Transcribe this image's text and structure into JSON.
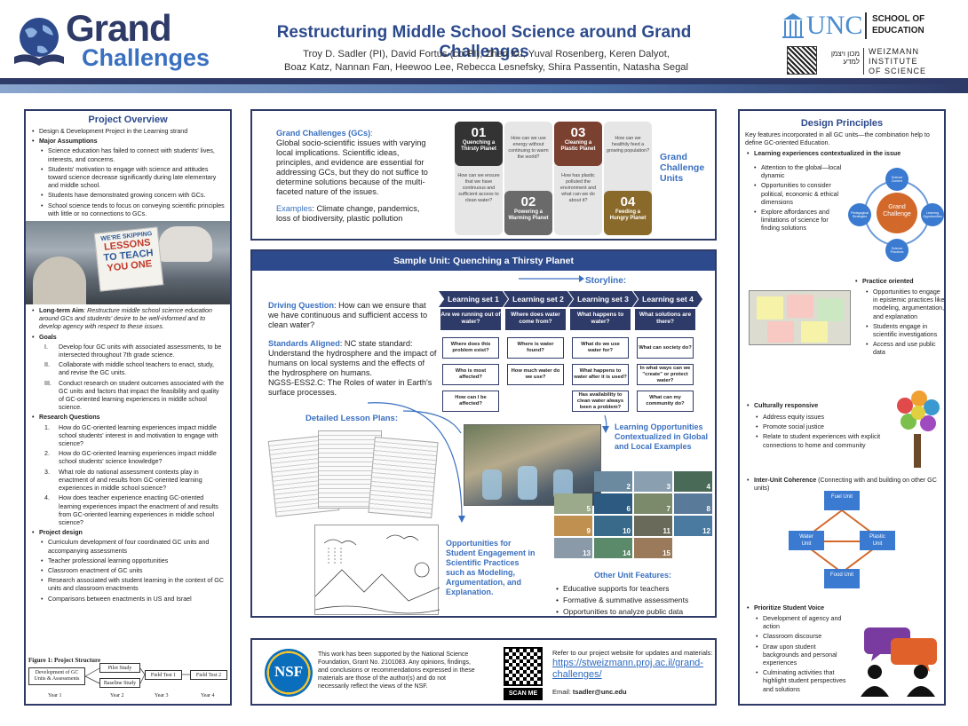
{
  "header": {
    "logo_main": "Grand",
    "logo_sub": "Challenges",
    "title": "Restructuring Middle School Science around Grand Challenges",
    "authors_line1": "Troy D. Sadler (PI), David Fortus (co-PI), Zhen Xu, Yuval Rosenberg, Keren Dalyot,",
    "authors_line2": "Boaz Katz, Nannan Fan, Heewoo Lee, Rebecca Lesnefsky, Shira Passentin, Natasha Segal",
    "unc_text": "UNC",
    "unc_school": "SCHOOL OF",
    "unc_education": "EDUCATION",
    "weizmann_hebrew": "מכון ויצמן למדע",
    "weizmann_1": "WEIZMANN",
    "weizmann_2": "INSTITUTE",
    "weizmann_3": "OF SCIENCE"
  },
  "overview": {
    "title": "Project Overview",
    "item1": "Design & Development Project in the Learning strand",
    "major": "Major Assumptions",
    "assumptions": [
      "Science education has failed to connect with students' lives, interests, and concerns.",
      "Students' motivation to engage with science and attitudes toward science decrease significantly during late elementary and middle school.",
      "Students have demonstrated growing concern with GCs.",
      "School science tends to focus on conveying scientific principles with little or no connections to GCs."
    ],
    "photo_sign_1": "WE'RE SKIPPING",
    "photo_sign_2": "LESSONS",
    "photo_sign_3": "TO TEACH",
    "photo_sign_4": "YOU ONE",
    "aim_label": "Long-term Aim",
    "aim_text": ": Restructure middle school science education around GCs and students' desire to be well-informed and to develop agency with respect to these issues.",
    "goals_label": "Goals",
    "goals": [
      {
        "n": "I.",
        "t": "Develop four GC units with associated assessments, to be intersected throughout 7th grade science."
      },
      {
        "n": "II.",
        "t": "Collaborate with middle school teachers to enact, study, and revise the GC units."
      },
      {
        "n": "III.",
        "t": "Conduct research on student outcomes associated with the GC units and factors that impact the feasibility and quality of GC-oriented learning experiences in middle school science."
      }
    ],
    "rq_label": "Research Questions",
    "rqs": [
      {
        "n": "1.",
        "t": "How do GC-oriented learning experiences impact middle school students' interest in and motivation to engage with science?"
      },
      {
        "n": "2.",
        "t": "How do GC-oriented learning experiences impact middle school students' science knowledge?"
      },
      {
        "n": "3.",
        "t": "What role do national assessment contexts play in enactment of and results from GC-oriented learning experiences in middle school science?"
      },
      {
        "n": "4.",
        "t": "How does teacher experience enacting GC-oriented learning experiences impact the enactment of and results from GC-oriented learning experiences in middle school science?"
      }
    ],
    "pd_label": "Project design",
    "designs": [
      "Curriculum development of four coordinated GC units and accompanying assessments",
      "Teacher professional learning opportunities",
      "Classroom enactment of GC units",
      "Research associated with student learning in the context of GC units and classroom enactments",
      "Comparisons between enactments in US and Israel"
    ],
    "fig_caption": "Figure 1: Project Structure",
    "fig_dev": "Development of GC Units & Assessments",
    "fig_pilot": "Pilot Study",
    "fig_baseline": "Baseline Study",
    "fig_ft1": "Field Test 1",
    "fig_ft2": "Field Test 2",
    "fig_y1": "Year 1",
    "fig_y2": "Year 2",
    "fig_y3": "Year 3",
    "fig_y4": "Year 4"
  },
  "gc": {
    "heading": "Grand Challenges (GCs)",
    "colon": ":",
    "desc": "Global socio-scientific issues with varying local implications. Scientific ideas, principles, and evidence are essential for addressing GCs, but they do not suffice to determine solutions because of the multi-faceted nature of the issues.",
    "examples_label": "Examples",
    "examples_text": ": Climate change, pandemics, loss of biodiversity, plastic pollution",
    "units_label": "Grand Challenge Units",
    "pieces": [
      {
        "num": "01",
        "name": "Quenching a Thirsty Planet",
        "q": "How can we ensure that we have continuous and sufficient access to clean water?"
      },
      {
        "num": "02",
        "name": "Powering a Warming Planet",
        "q": "How can we use energy without continuing to warm the world?"
      },
      {
        "num": "03",
        "name": "Cleaning a Plastic Planet",
        "q": "How has plastic polluted the environment and what can we do about it?"
      },
      {
        "num": "04",
        "name": "Feeding a Hungry Planet",
        "q": "How can we healthily feed a growing population?"
      }
    ]
  },
  "sample": {
    "banner": "Sample Unit: Quenching a Thirsty Planet",
    "storyline": "Storyline:",
    "dq_label": "Driving Question",
    "dq_text": ": How can we ensure that we have continuous and sufficient access to clean water?",
    "std_label": "Standards Aligned",
    "std_text": ": NC state standard: Understand the hydrosphere and the impact of humans on local systems and the effects of the hydrosphere on humans.",
    "ngss": "NGSS-ESS2.C: The Roles of water in Earth's surface processes.",
    "learning_sets": [
      {
        "label": "Learning set 1",
        "q": "Are we running out of water?",
        "subs": [
          "Where does this problem exist?",
          "Who is most affected?",
          "How can I be affected?"
        ]
      },
      {
        "label": "Learning set 2",
        "q": "Where does water come from?",
        "subs": [
          "Where is water found?",
          "How much water do we use?"
        ]
      },
      {
        "label": "Learning set 3",
        "q": "What happens to water?",
        "subs": [
          "What do we use water for?",
          "What happens to water after it is used?",
          "Has availability to clean water always been a problem?"
        ]
      },
      {
        "label": "Learning set 4",
        "q": "What solutions are there?",
        "subs": [
          "What can society do?",
          "In what ways can we \"create\" or protect water?",
          "What can my community do?"
        ]
      }
    ],
    "lesson_plans": "Detailed Lesson Plans:",
    "learning_opps": "Learning Opportunities Contextualized in Global and Local Examples",
    "engagement": "Opportunities for Student Engagement in Scientific Practices such as Modeling, Argumentation, and Explanation.",
    "other_title": "Other Unit Features:",
    "other_features": [
      "Educative supports for teachers",
      "Formative & summative assessments",
      "Opportunities to analyze public data"
    ],
    "tile_numbers": [
      "2",
      "3",
      "4",
      "5",
      "6",
      "7",
      "8",
      "9",
      "10",
      "11",
      "12",
      "13",
      "14",
      "15"
    ]
  },
  "footer": {
    "nsf": "NSF",
    "support": "This work has been supported by the National Science Foundation, Grant No. 2101083. Any opinions, findings, and conclusions or recommendations expressed in these materials are those of the author(s) and do not necessarily reflect the views of the NSF.",
    "scan": "SCAN ME",
    "refer": "Refer to our project website for updates and materials:",
    "link": "https://stweizmann.proj.ac.il/grand-challenges/",
    "email_label": "Email: ",
    "email": "tsadler@unc.edu"
  },
  "design": {
    "title": "Design Principles",
    "intro": "Key features incorporated in all GC units—the combination help to define GC-oriented Education.",
    "lec_label": "Learning experiences contextualized in the issue",
    "lec_items": [
      "Attention to the global—local dynamic",
      "Opportunities to consider political, economic & ethical dimensions",
      "Explore affordances and limitations of science for finding solutions"
    ],
    "cycle_center_1": "Grand",
    "cycle_center_2": "Challenge",
    "cycle_top": "Science Content",
    "cycle_right": "Learning Opportunities",
    "cycle_bottom": "Science Practices",
    "cycle_left": "Pedagogical Strategies",
    "po_label": "Practice oriented",
    "po_items": [
      "Opportunities to engage in epistemic practices like modeling, argumentation, and explanation",
      "Students engage in scientific investigations",
      "Access and use public data"
    ],
    "cr_label": "Culturally responsive",
    "cr_items": [
      "Address equity issues",
      "Promote social justice",
      "Relate to student experiences with explicit connections to home and community"
    ],
    "iu_label": "Inter-Unit Coherence",
    "iu_text": " (Connecting with and building on other GC units)",
    "unit_fuel": "Fuel Unit",
    "unit_water": "Water Unit",
    "unit_plastic": "Plastic Unit",
    "unit_food": "Food Unit",
    "sv_label": "Prioritize Student Voice",
    "sv_items": [
      "Development of agency and action",
      "Classroom discourse",
      "Draw upon student backgrounds and personal experiences",
      "Culminating activities that highlight student perspectives and solutions"
    ],
    "colors": {
      "navy": "#2e3a67",
      "blue": "#2c4a8c",
      "accent": "#3a70c0",
      "orange": "#d2692b"
    }
  }
}
